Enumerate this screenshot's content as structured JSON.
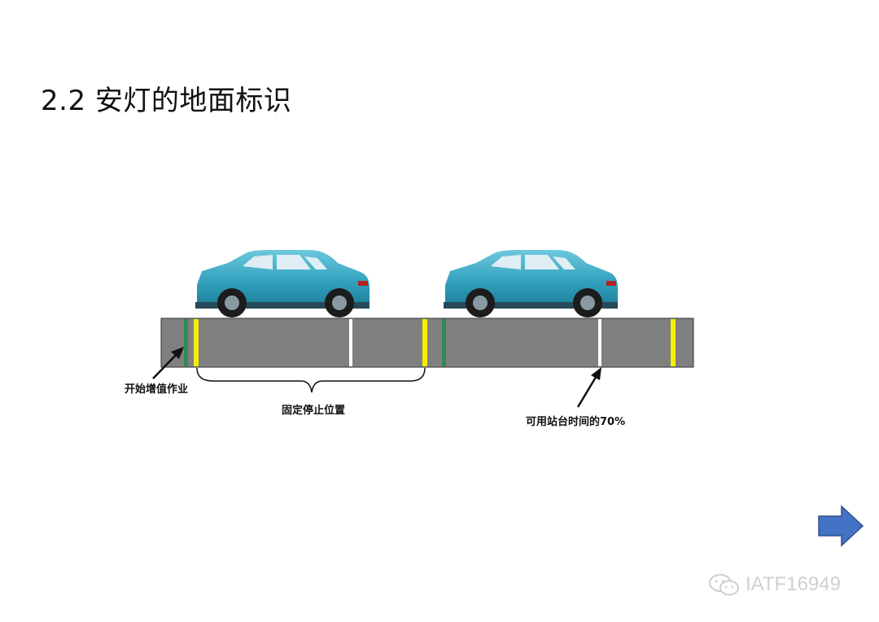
{
  "title": "2.2 安灯的地面标识",
  "labels": {
    "start_value_add": "开始增值作业",
    "fixed_stop_position": "固定停止位置",
    "available_station_time": "可用站台时间的70%"
  },
  "colors": {
    "floor": "#808080",
    "green_line": "#2e8b57",
    "yellow_line": "#f5f000",
    "white_line": "#ffffff",
    "car_body": "#3fb0c8",
    "arrow_blue": "#4472c4"
  },
  "watermark": {
    "text": "IATF16949",
    "icon": "wechat-icon"
  },
  "navigation": {
    "next_icon": "next-arrow-icon"
  }
}
